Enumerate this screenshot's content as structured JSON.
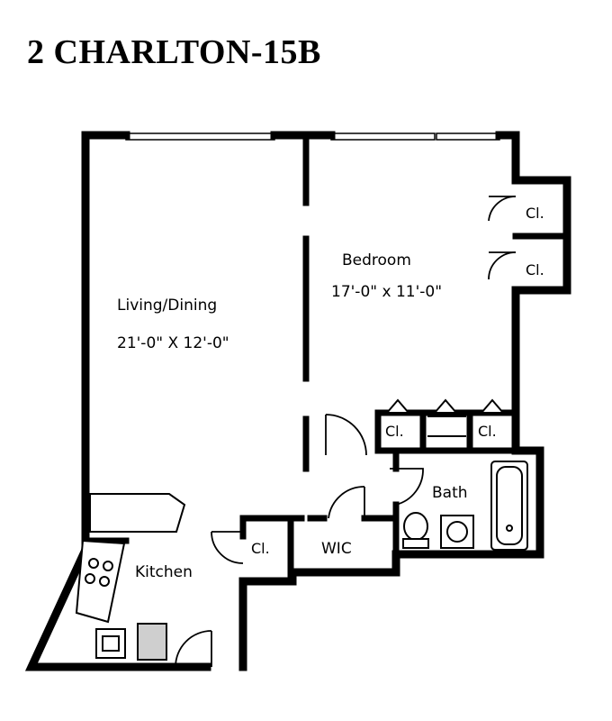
{
  "title": "2 CHARLTON-15B",
  "rooms": {
    "living": {
      "name": "Living/Dining",
      "dimensions": "21'-0\" X 12'-0\""
    },
    "bedroom": {
      "name": "Bedroom",
      "dimensions": "17'-0\" x 11'-0\""
    },
    "kitchen": {
      "name": "Kitchen"
    },
    "bath": {
      "name": "Bath"
    },
    "wic": {
      "name": "WIC"
    }
  },
  "closets": {
    "bedroom_closet_upper": "Cl.",
    "bedroom_closet_lower": "Cl.",
    "bedroom_closet_left": "Cl.",
    "bedroom_closet_right": "Cl.",
    "hall_closet": "Cl."
  }
}
